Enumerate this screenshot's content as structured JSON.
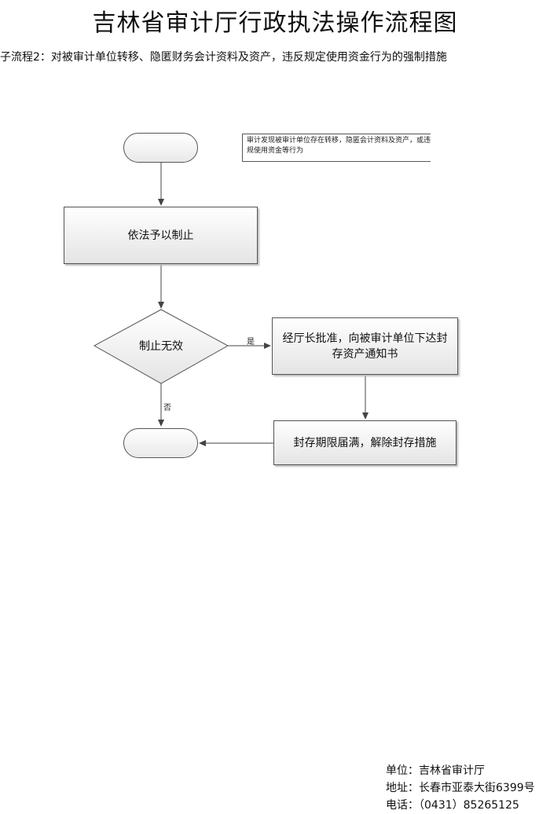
{
  "header": {
    "title": "吉林省审计厅行政执法操作流程图",
    "subtitle": "子流程2：对被审计单位转移、隐匿财务会计资料及资产，违反规定使用资金行为的强制措施"
  },
  "diagram": {
    "note": "审计发现被审计单位存在转移，隐匿会计资料及资产，或违规使用资金等行为",
    "step_stop": "依法予以制止",
    "decision": "制止无效",
    "step_seal": "经厅长批准，向被审计单位下达封存资产通知书",
    "step_release": "封存期限届满，解除封存措施",
    "label_yes": "是",
    "label_no": "否"
  },
  "footer": {
    "unit": "单位：吉林省审计厅",
    "address": "地址：长春市亚泰大街6399号",
    "phone": "电话：（0431）85265125"
  },
  "colors": {
    "line": "#444444",
    "box_fill_top": "#ffffff",
    "box_fill_bottom": "#e4e4e4"
  }
}
